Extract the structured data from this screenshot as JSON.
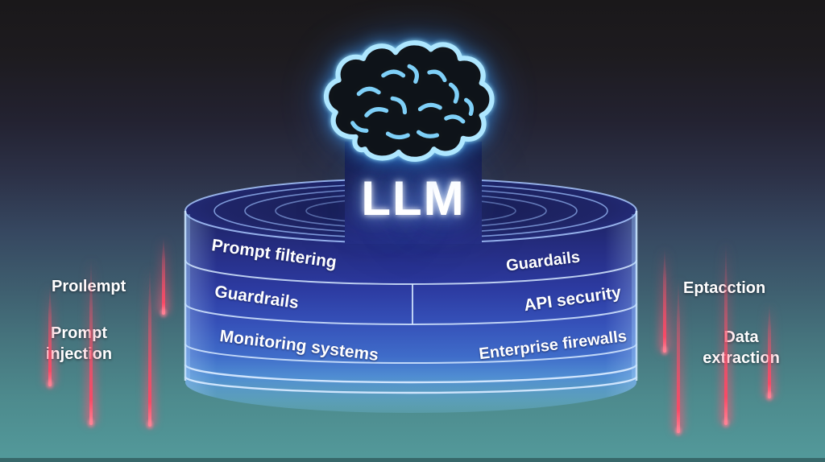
{
  "colors": {
    "background_top": "#1b191b",
    "background_bottom": "#539a9b",
    "cylinder_dark_blue": "#232a76",
    "cylinder_light_blue": "#5fa5da",
    "rim_line": "#d6e9ff",
    "neon_brain_blue": "#9fe0ff",
    "attack_red": "#f4435e",
    "label_white": "#ffffff"
  },
  "core": {
    "label": "LLM",
    "icon": "brain-icon"
  },
  "layers": {
    "left": [
      {
        "label": "Prompt filtering"
      },
      {
        "label": "Guardrails"
      },
      {
        "label": "Monitoring systems"
      }
    ],
    "right": [
      {
        "label": "Guardails"
      },
      {
        "label": "API security"
      },
      {
        "label": "Enterprise firewalls"
      }
    ]
  },
  "threats": {
    "left_top": "Proılempt",
    "left_bottom_line1": "Prompt",
    "left_bottom_line2": "injection",
    "right_top": "Eptacction",
    "right_bottom_line1": "Data",
    "right_bottom_line2": "extraction"
  }
}
